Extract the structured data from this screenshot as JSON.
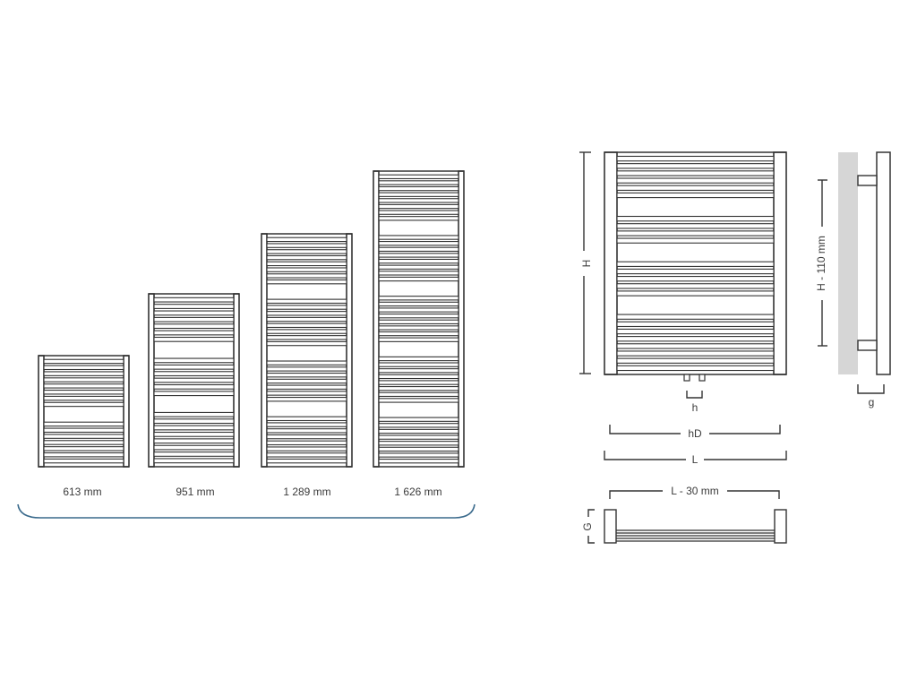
{
  "colors": {
    "line": "#333333",
    "bracket": "#3a6a8c",
    "wall": "#d6d6d6",
    "background": "#ffffff"
  },
  "sizes": {
    "heights": [
      "613 mm",
      "951 mm",
      "1 289 mm",
      "1 626 mm"
    ]
  },
  "dimensions": {
    "height": "H",
    "height_minus": "H - 110 mm",
    "pipe_spacing": "h",
    "pipe_spacing_d": "hD",
    "length": "L",
    "length_minus": "L - 30 mm",
    "depth_small": "g",
    "depth_large": "G"
  }
}
